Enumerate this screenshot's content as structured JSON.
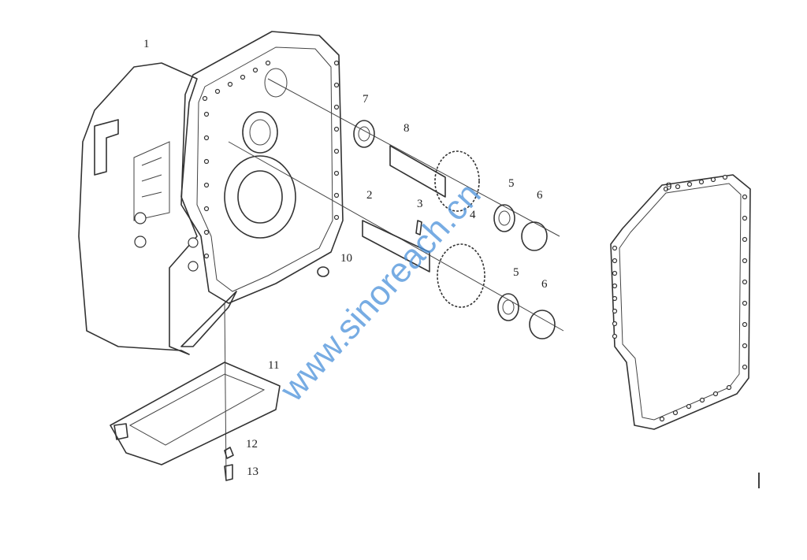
{
  "diagram": {
    "part_labels": [
      "1",
      "7",
      "8",
      "5",
      "6",
      "2",
      "3",
      "4",
      "10",
      "5",
      "6",
      "9",
      "11",
      "12",
      "13"
    ],
    "watermark": "www.sinoreach.cn",
    "accent_color": "#4a90d9"
  }
}
